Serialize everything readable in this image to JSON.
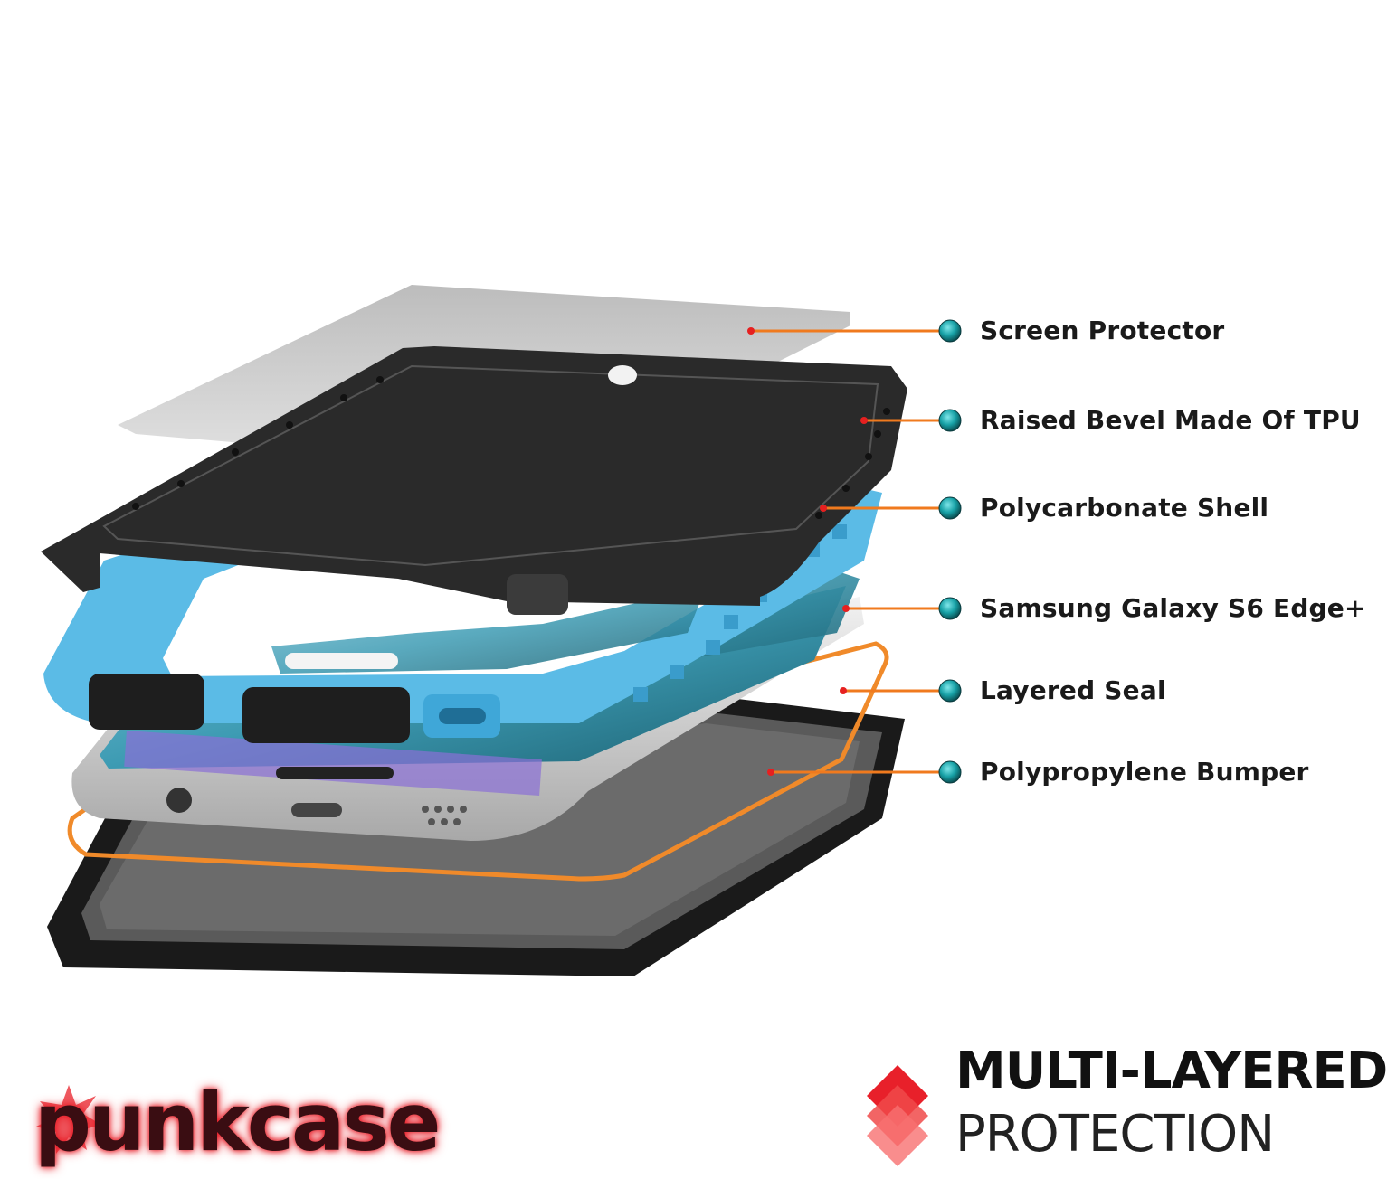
{
  "callouts": [
    {
      "label": "Screen Protector"
    },
    {
      "label": "Raised Bevel Made Of TPU"
    },
    {
      "label": "Polycarbonate Shell"
    },
    {
      "label": "Samsung Galaxy S6 Edge+"
    },
    {
      "label": "Layered Seal"
    },
    {
      "label": "Polypropylene Bumper"
    }
  ],
  "brand": {
    "logo_text": "punkcase"
  },
  "headline": {
    "line1": "MULTI-LAYERED",
    "line2": "PROTECTION"
  },
  "colors": {
    "leader_line": "#f07a1e",
    "callout_dot": "#1aa3a8",
    "shell_blue": "#5bbbe6",
    "seal_orange": "#f08a2a",
    "brand_red": "#e8202a"
  }
}
